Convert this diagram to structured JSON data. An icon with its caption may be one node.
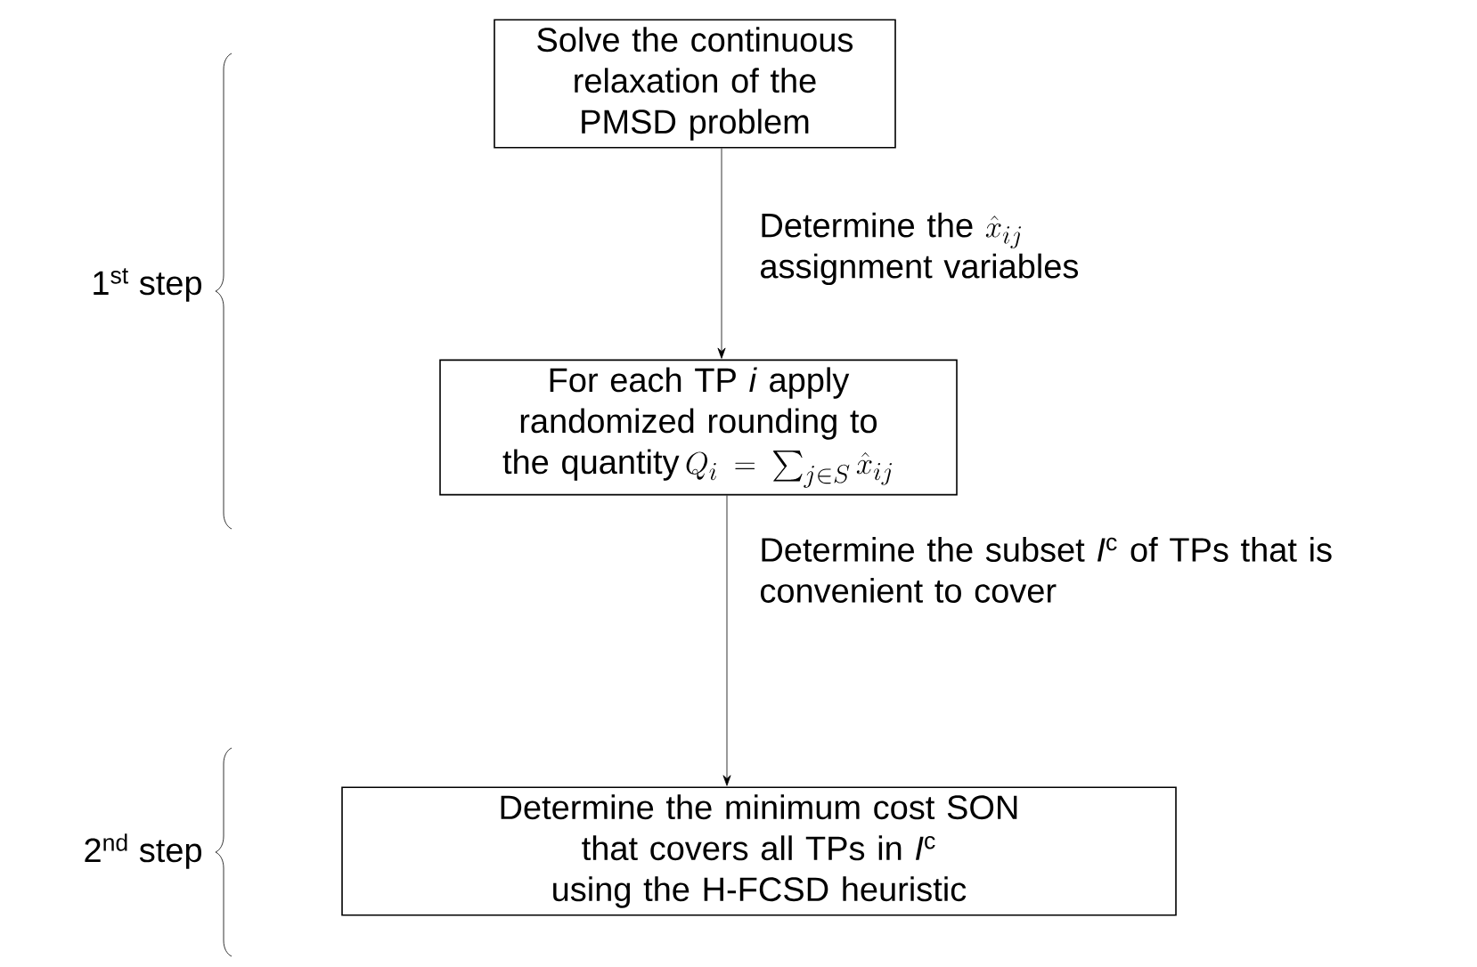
{
  "diagram": {
    "nodes": [
      {
        "text": [
          "Solve the continuous relaxation of the PMSD problem"
        ]
      },
      {
        "text": [
          "For each TP *i* apply randomized rounding to the quantity",
          "Q_i = \\sum_{j\\in S} \\hat{x}_{ij}"
        ]
      },
      {
        "text": [
          "Determine the minimum cost SON",
          "that covers all TPs in *I*$^{c}$",
          "using the H-FCSD heuristic"
        ]
      }
    ],
    "edges": [
      {
        "from": 0,
        "to": 1,
        "arrow": "to",
        "label": "\\begin{array}{@{}l@{}}\\text{Determine the }\\hat{x}_{ij}\\\\ \\text{assignment variables}\\end{array}"
      },
      {
        "from": 1,
        "to": 2,
        "arrow": "to",
        "label": "Determine the subset *I*$^{c}$ of TPs that is convenient to cover"
      }
    ],
    "labels": [
      "1$^{st}$ step",
      "2$^{nd}$ step"
    ]
  }
}
